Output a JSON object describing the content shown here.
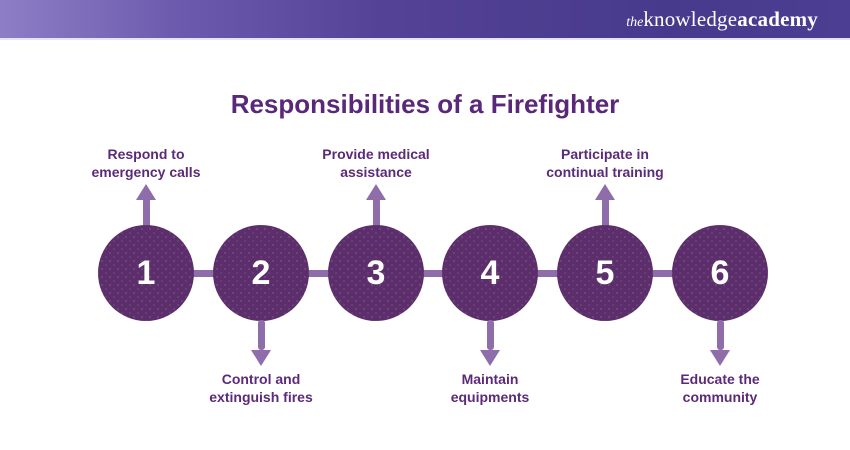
{
  "brand": {
    "the": "the",
    "knowledge": "knowledge",
    "academy": "academy"
  },
  "title": "Responsibilities of a Firefighter",
  "steps": [
    {
      "number": "1",
      "label": "Respond to\nemergency calls",
      "label_position": "above"
    },
    {
      "number": "2",
      "label": "Control and\nextinguish fires",
      "label_position": "below"
    },
    {
      "number": "3",
      "label": "Provide medical\nassistance",
      "label_position": "above"
    },
    {
      "number": "4",
      "label": "Maintain\nequipments",
      "label_position": "below"
    },
    {
      "number": "5",
      "label": "Participate in\ncontinual training",
      "label_position": "above"
    },
    {
      "number": "6",
      "label": "Educate the\ncommunity",
      "label_position": "below"
    }
  ],
  "colors": {
    "header_gradient_left": "#8d7ec6",
    "header_gradient_right": "#473a8c",
    "circle_fill": "#5c2e6b",
    "connector_and_arrows": "#8f6dab",
    "title_text": "#5a2878",
    "label_text": "#5b2a78",
    "number_text": "#ffffff",
    "background": "#ffffff"
  }
}
